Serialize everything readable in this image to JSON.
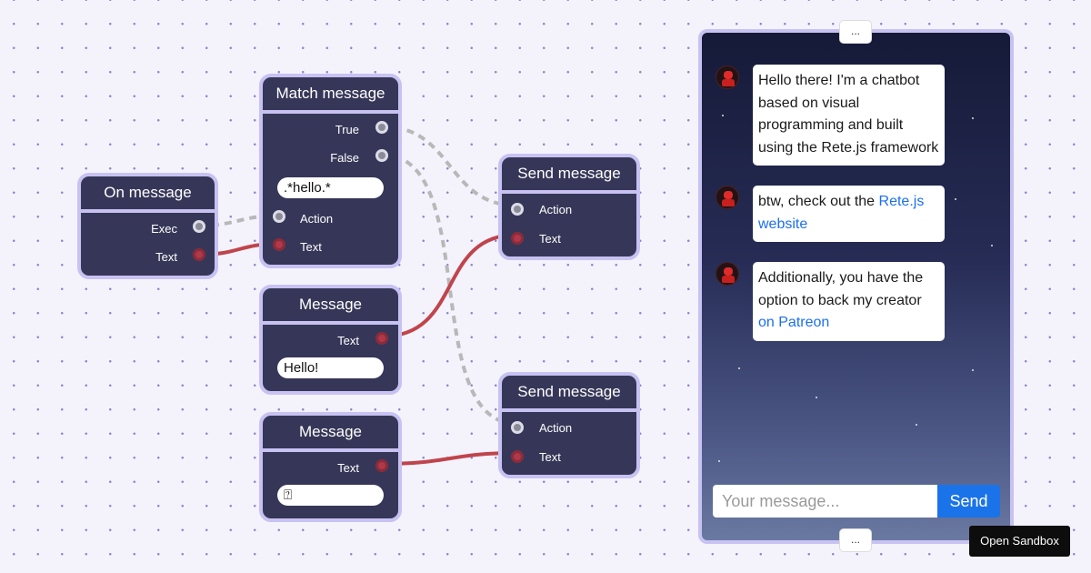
{
  "nodes": {
    "on_message": {
      "title": "On message",
      "out_exec": "Exec",
      "out_text": "Text"
    },
    "match_message": {
      "title": "Match message",
      "out_true": "True",
      "out_false": "False",
      "regex": ".*hello.*",
      "in_action": "Action",
      "in_text": "Text"
    },
    "message_1": {
      "title": "Message",
      "out_text": "Text",
      "value": "Hello!"
    },
    "message_2": {
      "title": "Message",
      "out_text": "Text",
      "value": "⍰"
    },
    "send_message_1": {
      "title": "Send message",
      "in_action": "Action",
      "in_text": "Text"
    },
    "send_message_2": {
      "title": "Send message",
      "in_action": "Action",
      "in_text": "Text"
    }
  },
  "chat": {
    "top_button": "...",
    "bottom_button": "...",
    "messages": [
      {
        "text": "Hello there! I'm a chatbot based on visual programming and built using the Rete.js framework"
      },
      {
        "text_before": "btw, check out the ",
        "link": "Rete.js website"
      },
      {
        "text_before": "Additionally, you have the option to back my creator ",
        "link": "on Patreon"
      }
    ],
    "input_placeholder": "Your message...",
    "send_label": "Send"
  },
  "sandbox_button": "Open Sandbox",
  "colors": {
    "node_bg": "#363758",
    "node_border": "#c7c2f2",
    "text_wire": "#c0444c",
    "exec_wire": "#b8b8b8",
    "link": "#1c6ff0",
    "send_button": "#1a73e8"
  }
}
